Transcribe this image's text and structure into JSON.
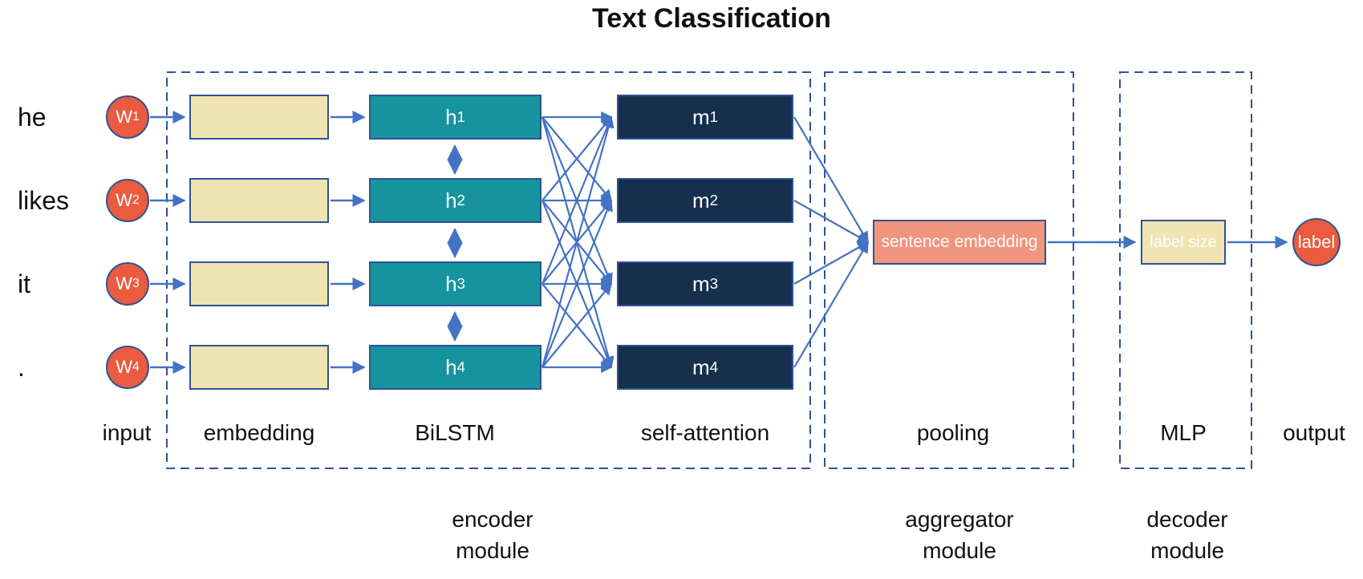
{
  "title": "Text Classification",
  "colors": {
    "node-red": "#ea5b40",
    "beige": "#efe4b2",
    "teal": "#17939f",
    "navy": "#152f4d",
    "salmon": "#f0957e",
    "line-blue": "#4472c4",
    "border-blue": "#2e5395",
    "text-dark": "#111111",
    "text-light": "#ffffff"
  },
  "rows": [
    {
      "word": "he",
      "w_base": "W",
      "w_sub": "1",
      "h_base": "h",
      "h_sub": "1",
      "m_base": "m",
      "m_sub": "1"
    },
    {
      "word": "likes",
      "w_base": "W",
      "w_sub": "2",
      "h_base": "h",
      "h_sub": "2",
      "m_base": "m",
      "m_sub": "2"
    },
    {
      "word": "it",
      "w_base": "W",
      "w_sub": "3",
      "h_base": "h",
      "h_sub": "3",
      "m_base": "m",
      "m_sub": "3"
    },
    {
      "word": ".",
      "w_base": "W",
      "w_sub": "4",
      "h_base": "h",
      "h_sub": "4",
      "m_base": "m",
      "m_sub": "4"
    }
  ],
  "pooling": {
    "sentence_embedding": "sentence embedding"
  },
  "mlp": {
    "label_size": "label size"
  },
  "output_node": {
    "label": "label"
  },
  "column_labels": [
    {
      "text": "input"
    },
    {
      "text": "embedding"
    },
    {
      "text": "BiLSTM"
    },
    {
      "text": "self-attention"
    },
    {
      "text": "pooling"
    },
    {
      "text": "MLP"
    },
    {
      "text": "output"
    }
  ],
  "module_labels": [
    {
      "line1": "encoder",
      "line2": "module"
    },
    {
      "line1": "aggregator",
      "line2": "module"
    },
    {
      "line1": "decoder",
      "line2": "module"
    }
  ]
}
